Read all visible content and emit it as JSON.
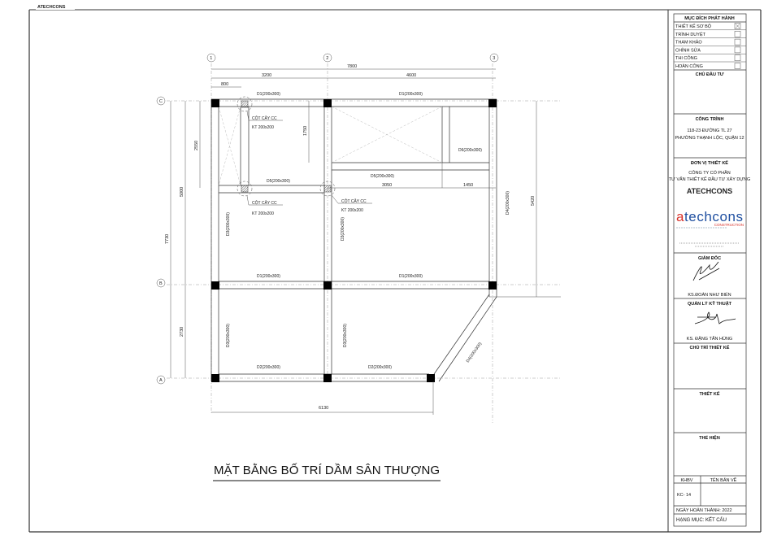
{
  "frame_label": "ATECHCONS",
  "title": "MẶT BẰNG BỐ TRÍ DẦM SÂN THƯỢNG",
  "axes": {
    "a1": "1",
    "a2": "2",
    "a3": "3",
    "c": "C",
    "b": "B",
    "a": "A"
  },
  "dims": {
    "d7800": "7800",
    "d3200": "3200",
    "d4600": "4600",
    "d800": "800",
    "d7730": "7730",
    "d5000": "5000",
    "d2730": "2730",
    "d2550": "2550",
    "d1750": "1750",
    "d3050": "3050",
    "d1450": "1450",
    "d5420": "5420",
    "d6130": "6130"
  },
  "beams": {
    "d1": "D1(200x300)",
    "d2": "D2(200x300)",
    "d3": "D3(200x300)",
    "d4": "D4(200x300)",
    "d5": "D5(200x300)",
    "d6": "D6(200x300)"
  },
  "column_note": {
    "line1": "CỘT CÂY CC",
    "line2": "KT 200x200"
  },
  "title_block": {
    "purpose_header": "MỤC ĐÍCH PHÁT HÀNH",
    "purposes": [
      {
        "label": "THIẾT KẾ SƠ BỘ",
        "checked": true
      },
      {
        "label": "TRÌNH DUYỆT",
        "checked": false
      },
      {
        "label": "THAM KHẢO",
        "checked": false
      },
      {
        "label": "CHỈNH SỬA",
        "checked": false
      },
      {
        "label": "THI CÔNG",
        "checked": false
      },
      {
        "label": "HOÀN CÔNG",
        "checked": false
      }
    ],
    "owner_header": "CHỦ ĐẦU TƯ",
    "project_header": "CÔNG TRÌNH",
    "project_line1": "118-23 ĐƯỜNG TL 27",
    "project_line2": "PHƯỜNG THẠNH LỘC, QUẬN 12",
    "designer_header": "ĐƠN VỊ THIẾT KẾ",
    "company_line1": "CÔNG TY CỔ PHẦN",
    "company_line2": "TƯ VẤN THIẾT KẾ ĐẦU TƯ XÂY DỰNG",
    "company_name": "ATECHCONS",
    "logo_text": "atechcons",
    "logo_sub": "CONSTRUCTION",
    "director_header": "GIÁM ĐỐC",
    "director_name": "KS.ĐOÀN NHƯ BIỂN",
    "tech_header": "QUẢN LÝ KỸ THUẬT",
    "tech_name": "KS. ĐẶNG TẤN HÙNG",
    "chief_header": "CHỦ TRÌ THIẾT KẾ",
    "design_header": "THIẾT KẾ",
    "drawn_header": "THỂ HIỆN",
    "khbv_label": "KHBV",
    "sheet_name_label": "TÊN BẢN VẼ",
    "sheet_no": "KC- 14",
    "completion": "NGÀY HOÀN THÀNH: 2022",
    "category": "HẠNG MỤC: KẾT CẤU",
    "accent_red": "#d9322b",
    "accent_blue": "#1f4fa0"
  }
}
